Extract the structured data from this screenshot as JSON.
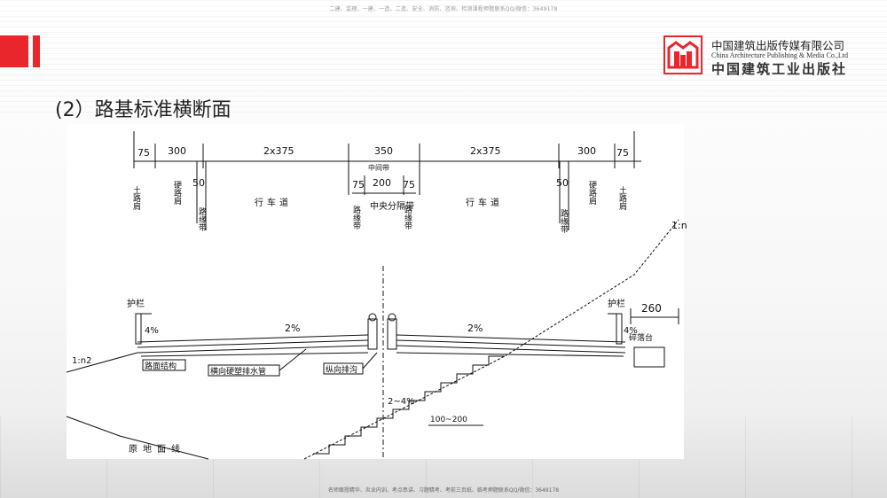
{
  "header": {
    "top_note": "二建、监理、一建、一造、二造、安全、消防、咨询、检测课程押题联系QQ/微信：3649178",
    "bottom_note": "名师面授精华、炎业内训、考点串讲、习题精考、考前三页纸、临考押题联系QQ/微信：3649178",
    "accent_color": "#e8262b"
  },
  "publisher": {
    "name_cn": "中国建筑出版传媒有限公司",
    "name_en": "China Architecture Publishing & Media Co.,Ltd",
    "name_cn_brush": "中国建筑工业出版社",
    "logo_icon": "publisher-logo-icon"
  },
  "title": "(2）路基标准横断面",
  "dims": {
    "d75_left": "75",
    "d300_left": "300",
    "d2x375_left": "2x375",
    "d350": "350",
    "d2x375_right": "2x375",
    "d300_right": "300",
    "d75_right": "75",
    "median_label": "中间带",
    "d75_median_left": "75",
    "d200": "200",
    "d75_median_right": "75",
    "d50_left": "50",
    "d50_right": "50"
  },
  "labels": {
    "soil_shoulder_left": "土路肩",
    "hard_shoulder_left": "硬路肩",
    "marking_left": "路缘带",
    "lane_left": "行车道",
    "marking_median_left": "路缘带",
    "central_strip": "中央分隔带",
    "marking_median_right": "路缘带",
    "lane_right": "行车道",
    "marking_right": "路缘带",
    "hard_shoulder_right": "硬路肩",
    "soil_shoulder_right": "土路肩"
  },
  "section": {
    "guardrail_left": "护栏",
    "guardrail_right": "护栏",
    "slope_left": "4%",
    "slope_right": "4%",
    "grade_left": "2%",
    "grade_right": "2%",
    "side_slope": "1:n2",
    "pavement": "路面结构",
    "transverse_drain": "横向硬塑排水管",
    "longitudinal_drain": "纵向排沟",
    "step_slope": "2~4%",
    "step_width": "100~200",
    "d260": "260",
    "platform": "碎落台",
    "ground_line": "原地面线",
    "slope_ratio_mark": "1:n"
  }
}
